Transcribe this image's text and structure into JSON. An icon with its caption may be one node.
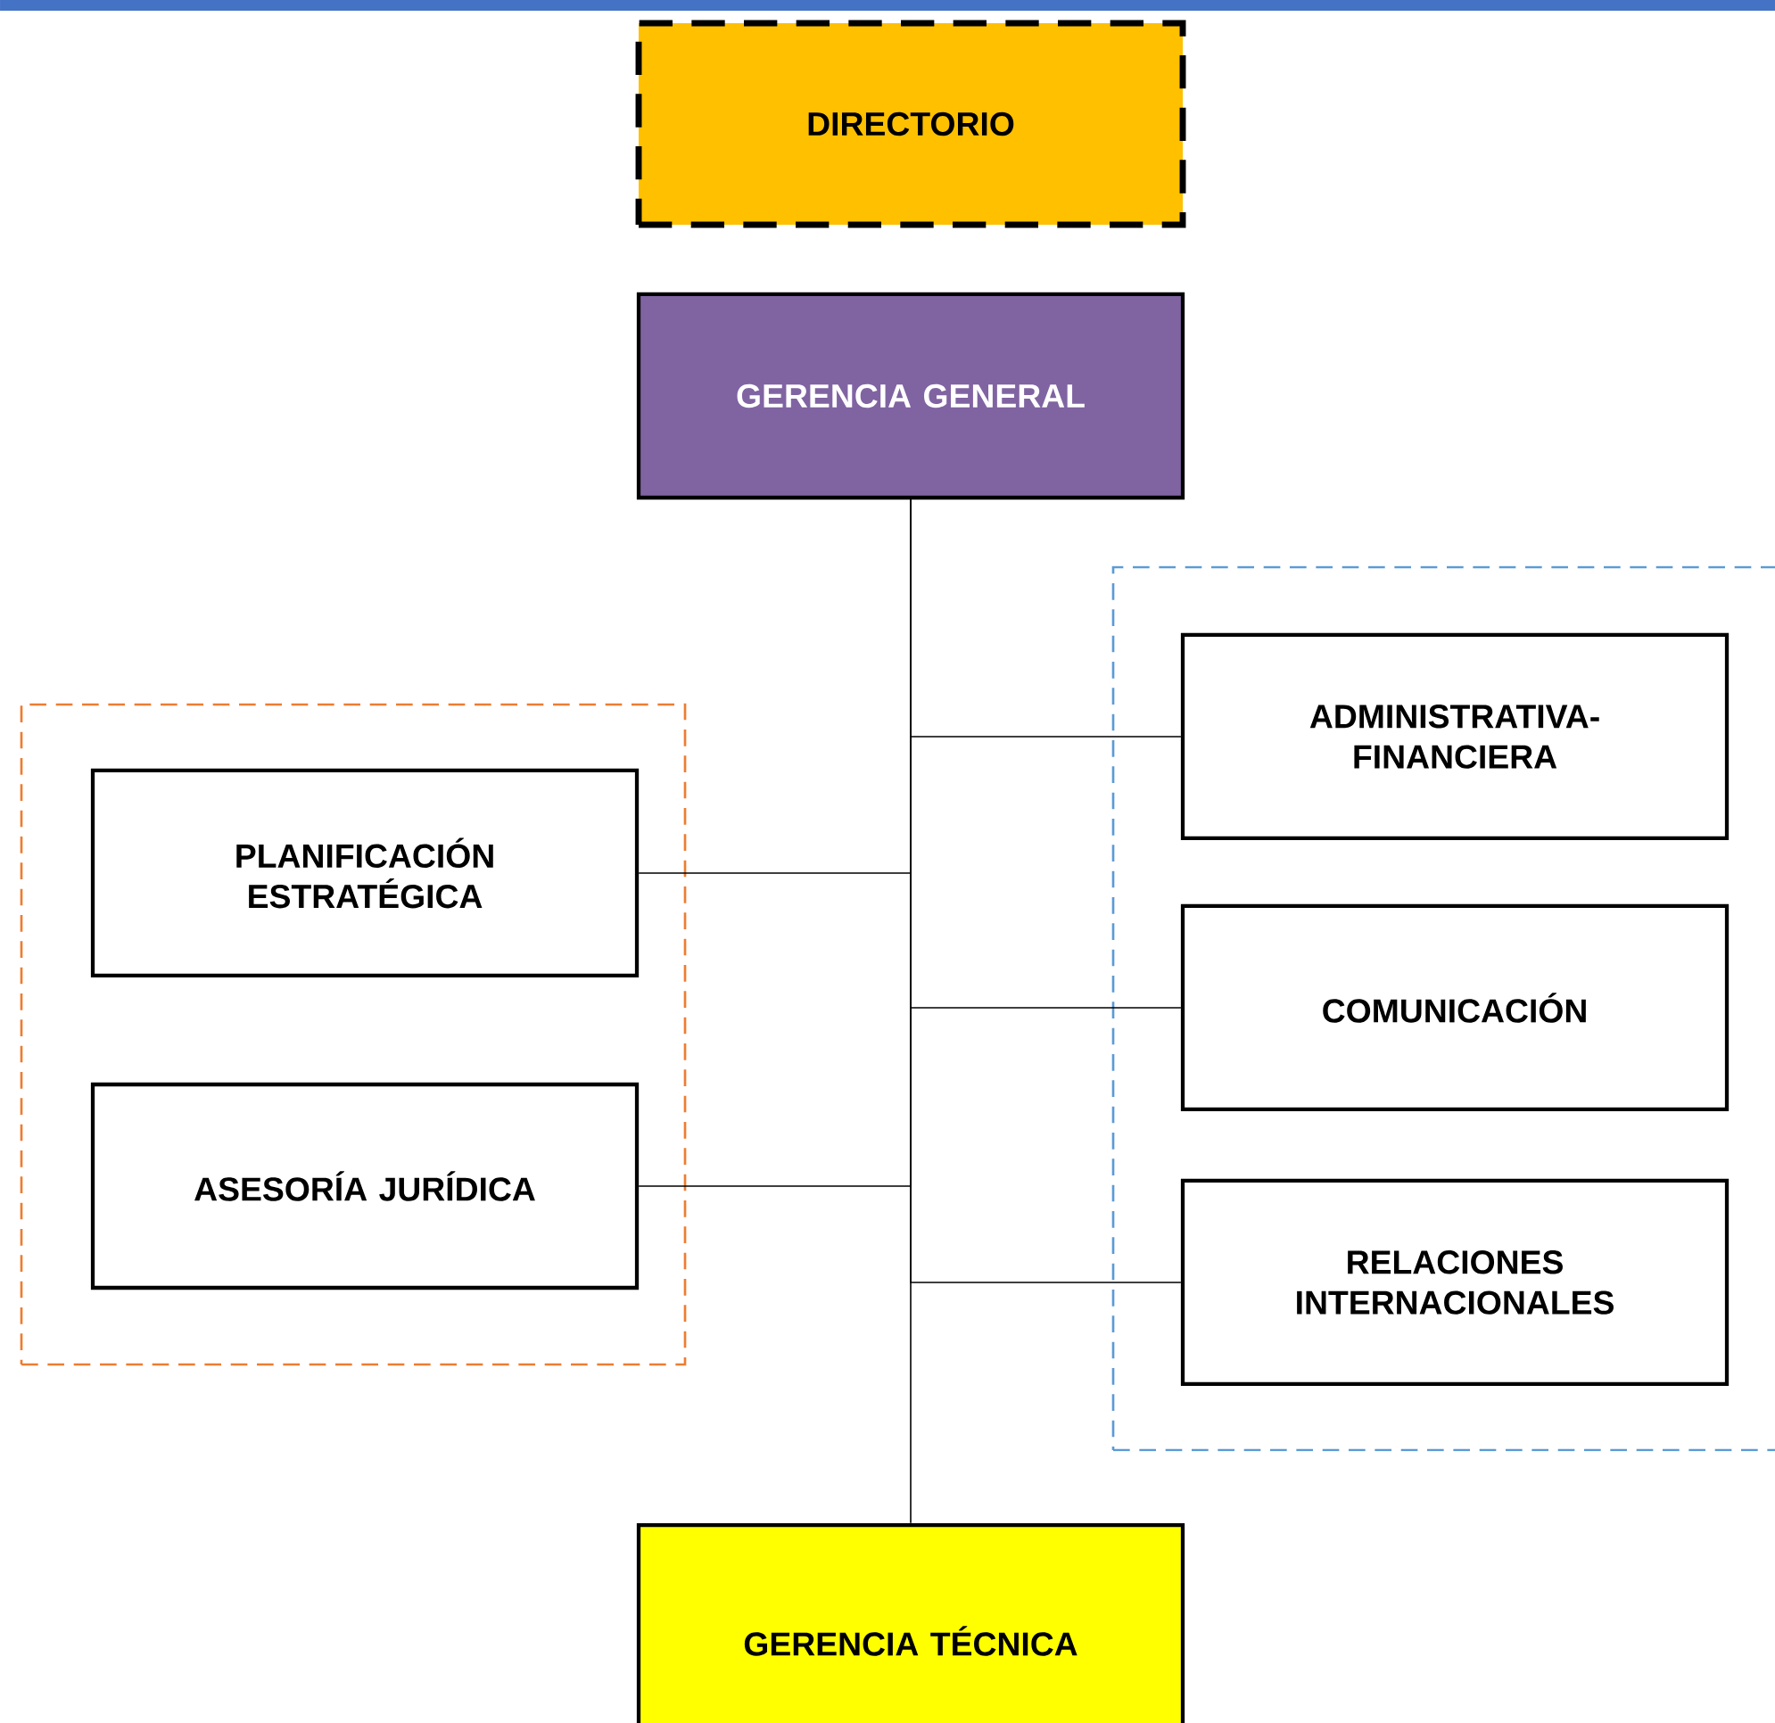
{
  "diagram": {
    "nodes": [
      {
        "text": [
          "DIRECTORIO"
        ]
      },
      {
        "text": [
          "GERENCIA GENERAL"
        ]
      },
      {
        "text": [],
        "shape": "box"
      },
      {
        "text": [
          "PLANIFICACIÓN ESTRATÉGICA"
        ],
        "in": 2
      },
      {
        "text": [
          "ASESORÍA JURÍDICA"
        ],
        "in": 2
      },
      {
        "text": [],
        "shape": "box"
      },
      {
        "text": [
          "ADMINISTRATIVA- FINANCIERA"
        ],
        "in": 5
      },
      {
        "text": [
          "COMUNICACIÓN"
        ],
        "in": 5
      },
      {
        "text": [
          "RELACIONES INTERNACIONALES"
        ],
        "in": 5
      },
      {
        "text": [
          "GERENCIA TÉCNICA"
        ]
      }
    ],
    "edges": [
      {
        "from": 1,
        "to": 6,
        "arrow": "none"
      },
      {
        "from": 1,
        "to": 3,
        "arrow": "none"
      },
      {
        "from": 1,
        "to": 7,
        "arrow": "none"
      },
      {
        "from": 1,
        "to": 4,
        "arrow": "none"
      },
      {
        "from": 1,
        "to": 8,
        "arrow": "none"
      },
      {
        "from": 1,
        "to": 9,
        "arrow": "none"
      }
    ]
  }
}
